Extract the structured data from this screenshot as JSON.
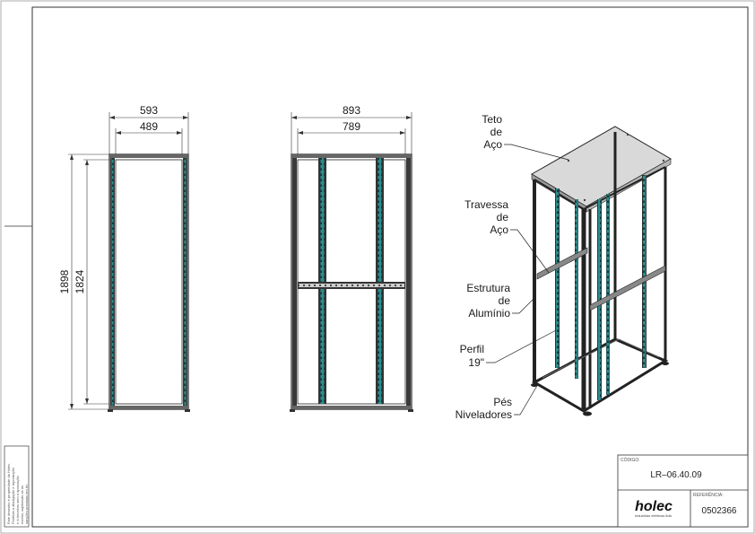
{
  "drawing": {
    "front_view": {
      "outer_width": "593",
      "inner_width": "489",
      "outer_height": "1898",
      "inner_height": "1824"
    },
    "side_view": {
      "outer_width": "893",
      "inner_width": "789"
    },
    "callouts": {
      "top": [
        "Teto",
        "de",
        "Aço"
      ],
      "crossbar": [
        "Travessa",
        "de",
        "Aço"
      ],
      "frame": [
        "Estrutura",
        "de",
        "Alumínio"
      ],
      "profile": [
        "Perfil",
        "19\""
      ],
      "feet": [
        "Pés",
        "Niveladores"
      ]
    }
  },
  "title_block": {
    "code_caption": "CÓDIGO:",
    "code": "LR–06.40.09",
    "reference_caption": "REFERÊNCIA:",
    "reference": "0502366",
    "logo_text": "holec",
    "logo_subtitle": "industrias elétricas ltda."
  },
  "side_note": {
    "lines": [
      "Este desenho é propriedade da Holec.",
      "Proibida a divulgação e reprodução",
      "e à terceiros sem a aprovação",
      "escrita, sujeitando-se às",
      "sanções previstas em lei."
    ]
  },
  "colors": {
    "accent_profile": "#2a8d8f",
    "line": "#1a1a1a"
  }
}
